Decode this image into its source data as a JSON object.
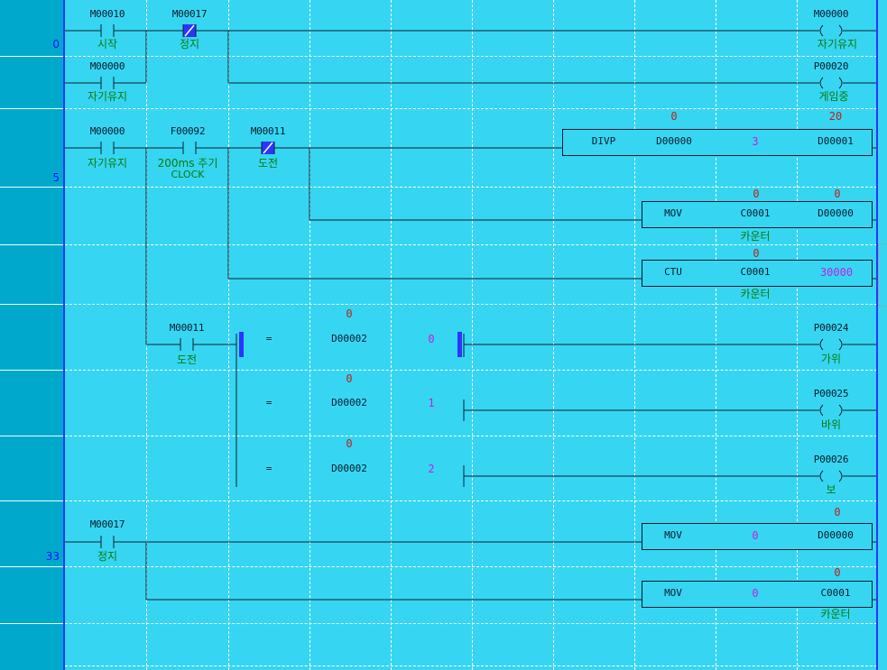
{
  "step_numbers": [
    "0",
    "5",
    "33"
  ],
  "rung_0": {
    "contact_start": {
      "address": "M00010",
      "comment": "시작"
    },
    "contact_stop_nc": {
      "address": "M00017",
      "comment": "정지"
    },
    "contact_self_hold": {
      "address": "M00000",
      "comment": "자기유지"
    },
    "coil_self_hold": {
      "address": "M00000",
      "comment": "자기유지"
    },
    "coil_in_game": {
      "address": "P00020",
      "comment": "게임중"
    }
  },
  "rung_5": {
    "contact_self_hold": {
      "address": "M00000",
      "comment": "자기유지"
    },
    "contact_clock": {
      "address": "F00092",
      "comment_line1": "200ms 주기",
      "comment_line2": "CLOCK"
    },
    "contact_challenge_nc": {
      "address": "M00011",
      "comment": "도전"
    },
    "divp": {
      "mnemonic": "DIVP",
      "op1": "D00000",
      "op2": "3",
      "dest": "D00001",
      "mon_op1": "0",
      "mon_dest": "20"
    },
    "mov_counter": {
      "mnemonic": "MOV",
      "src": "C0001",
      "src_comment": "카운터",
      "dest": "D00000",
      "mon_src": "0",
      "mon_dest": "0"
    },
    "ctu": {
      "mnemonic": "CTU",
      "counter": "C0001",
      "counter_comment": "카운터",
      "preset": "30000",
      "mon_counter": "0"
    },
    "contact_challenge": {
      "address": "M00011",
      "comment": "도전"
    },
    "compare_0": {
      "op": "=",
      "operand": "D00002",
      "value": "0",
      "mon": "0"
    },
    "compare_1": {
      "op": "=",
      "operand": "D00002",
      "value": "1",
      "mon": "0"
    },
    "compare_2": {
      "op": "=",
      "operand": "D00002",
      "value": "2",
      "mon": "0"
    },
    "coil_scissors": {
      "address": "P00024",
      "comment": "가위"
    },
    "coil_rock": {
      "address": "P00025",
      "comment": "바위"
    },
    "coil_paper": {
      "address": "P00026",
      "comment": "보"
    }
  },
  "rung_33": {
    "contact_stop": {
      "address": "M00017",
      "comment": "정지"
    },
    "mov_clear_d": {
      "mnemonic": "MOV",
      "src": "0",
      "dest": "D00000",
      "mon_dest": "0"
    },
    "mov_clear_c": {
      "mnemonic": "MOV",
      "src": "0",
      "dest": "C0001",
      "dest_comment": "카운터",
      "mon_dest": "0"
    }
  },
  "colors": {
    "background": "#36d6f2",
    "gutter": "#00a9cc",
    "rail": "#2a35ff",
    "comment": "#0a7a0a",
    "monitor": "#c0201a",
    "constant": "#c020e0",
    "active_contact": "#2a35ff"
  },
  "icons": [
    "no-contact-icon",
    "nc-contact-icon",
    "coil-icon",
    "compare-bracket-icon"
  ]
}
